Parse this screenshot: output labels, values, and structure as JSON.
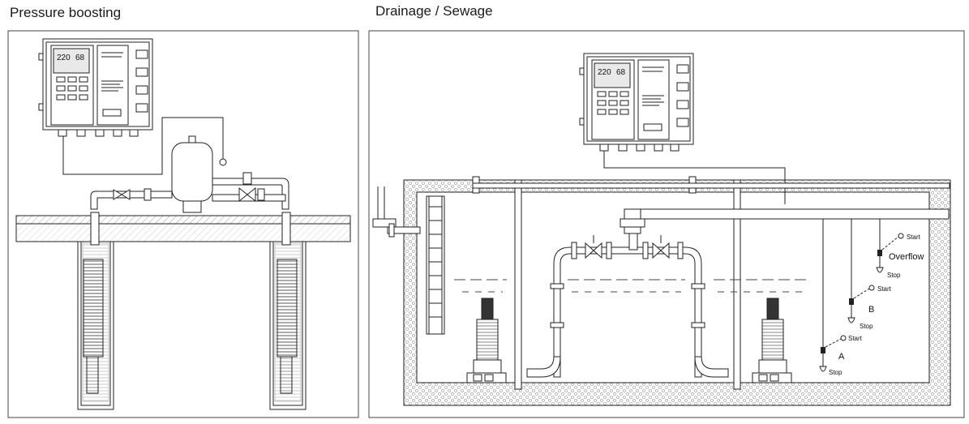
{
  "panels": {
    "left": {
      "title": "Pressure boosting"
    },
    "right": {
      "title": "Drainage / Sewage"
    }
  },
  "controller": {
    "display_left": "220",
    "display_right": "68"
  },
  "float_switches": {
    "overflow": {
      "label": "Overflow",
      "start": "Start",
      "stop": "Stop"
    },
    "b": {
      "label": "B",
      "start": "Start",
      "stop": "Stop"
    },
    "a": {
      "label": "A",
      "start": "Start",
      "stop": "Stop"
    }
  },
  "colors": {
    "line": "#222222",
    "frame": "#444444",
    "hatch": "#999999"
  }
}
